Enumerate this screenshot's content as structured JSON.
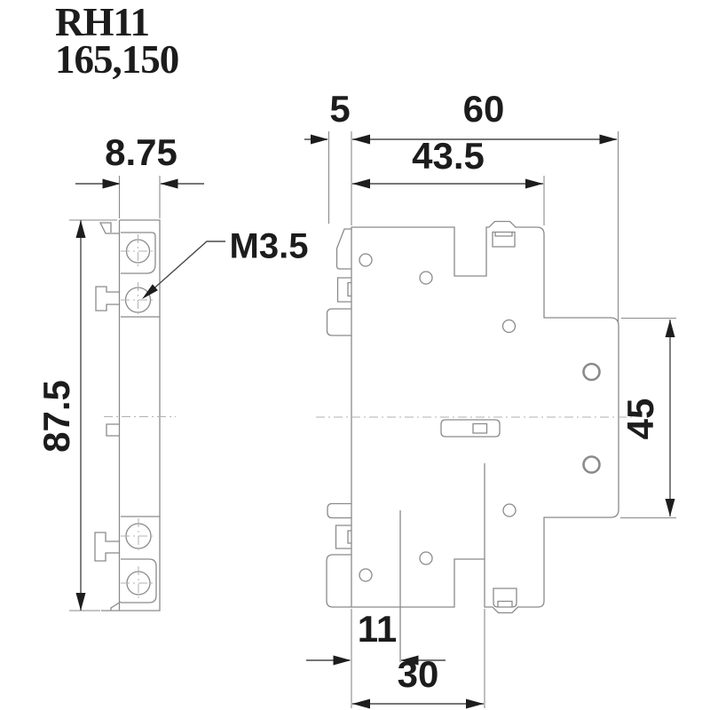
{
  "title": {
    "model": "RH11",
    "reference": "165,150"
  },
  "labels": {
    "dim_width_side": "8.75",
    "dim_height_side": "87.5",
    "screw_thread": "M3.5",
    "dim_din_offset": "5",
    "dim_width_front": "60",
    "dim_width_upper": "43.5",
    "dim_height_step": "45",
    "dim_bottom_offset": "11",
    "dim_bottom_width": "30"
  },
  "colors": {
    "background": "#ffffff",
    "part-line": "#8a8a8a",
    "dim-line": "#4a4a4a",
    "arrow": "#1d1d1d",
    "text": "#1c1c1c",
    "centerline": "#b2b2b2"
  }
}
